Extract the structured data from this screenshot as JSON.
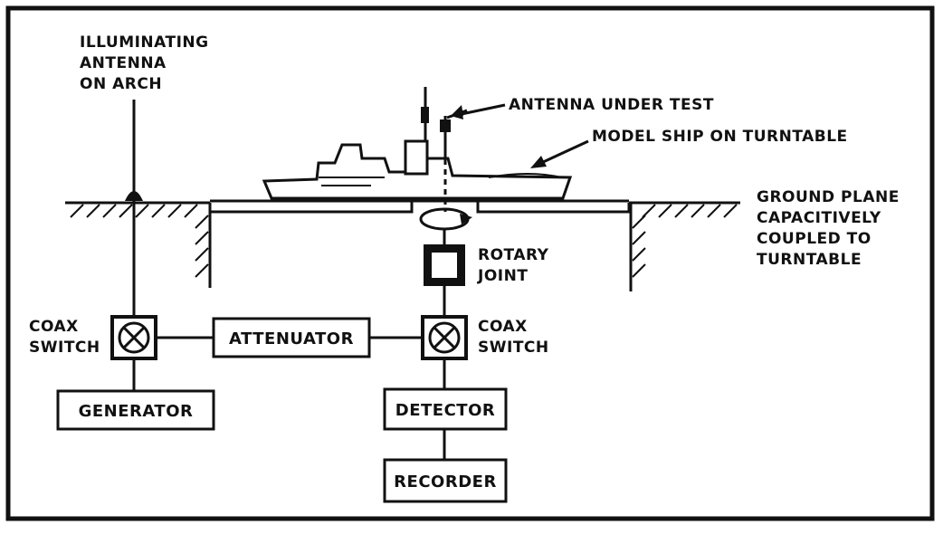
{
  "labels": {
    "illuminating_antenna": [
      "ILLUMINATING",
      "ANTENNA",
      "ON ARCH"
    ],
    "antenna_under_test": "ANTENNA UNDER TEST",
    "model_ship": "MODEL SHIP ON TURNTABLE",
    "ground_plane": [
      "GROUND PLANE",
      "CAPACITIVELY",
      "COUPLED TO",
      "TURNTABLE"
    ],
    "rotary_joint": [
      "ROTARY",
      "JOINT"
    ],
    "coax_switch_left": [
      "COAX",
      "SWITCH"
    ],
    "coax_switch_right": [
      "COAX",
      "SWITCH"
    ]
  },
  "boxes": {
    "attenuator": "ATTENUATOR",
    "generator": "GENERATOR",
    "detector": "DETECTOR",
    "recorder": "RECORDER"
  },
  "caption": ""
}
